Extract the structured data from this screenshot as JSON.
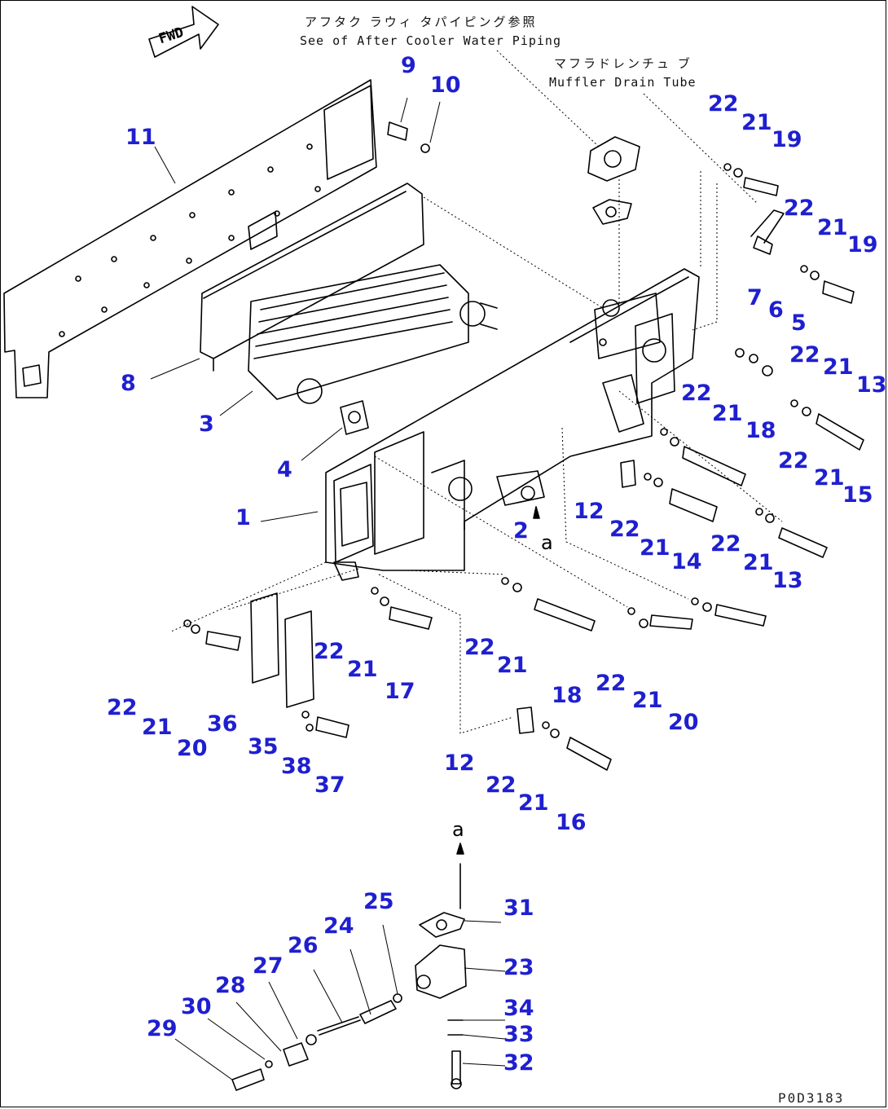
{
  "fwd_label": "FWD",
  "notes": {
    "aftercooler_jp": "アフタク ラウィ タパイピング参照",
    "aftercooler_en": "See of After Cooler Water Piping",
    "muffler_jp": "マフラドレンチュ ブ",
    "muffler_en": "Muffler Drain Tube"
  },
  "view_ref": "a",
  "drawing_number": "P0D3183",
  "part_numbers": [
    "1",
    "2",
    "3",
    "4",
    "5",
    "6",
    "7",
    "8",
    "9",
    "10",
    "11",
    "12",
    "13",
    "14",
    "15",
    "16",
    "17",
    "18",
    "19",
    "20",
    "21",
    "22",
    "23",
    "24",
    "25",
    "26",
    "27",
    "28",
    "29",
    "30",
    "31",
    "32",
    "33",
    "34",
    "35",
    "36",
    "37",
    "38"
  ],
  "colors": {
    "callout": "#1f1fd0",
    "linework": "#000000",
    "background": "#ffffff"
  }
}
